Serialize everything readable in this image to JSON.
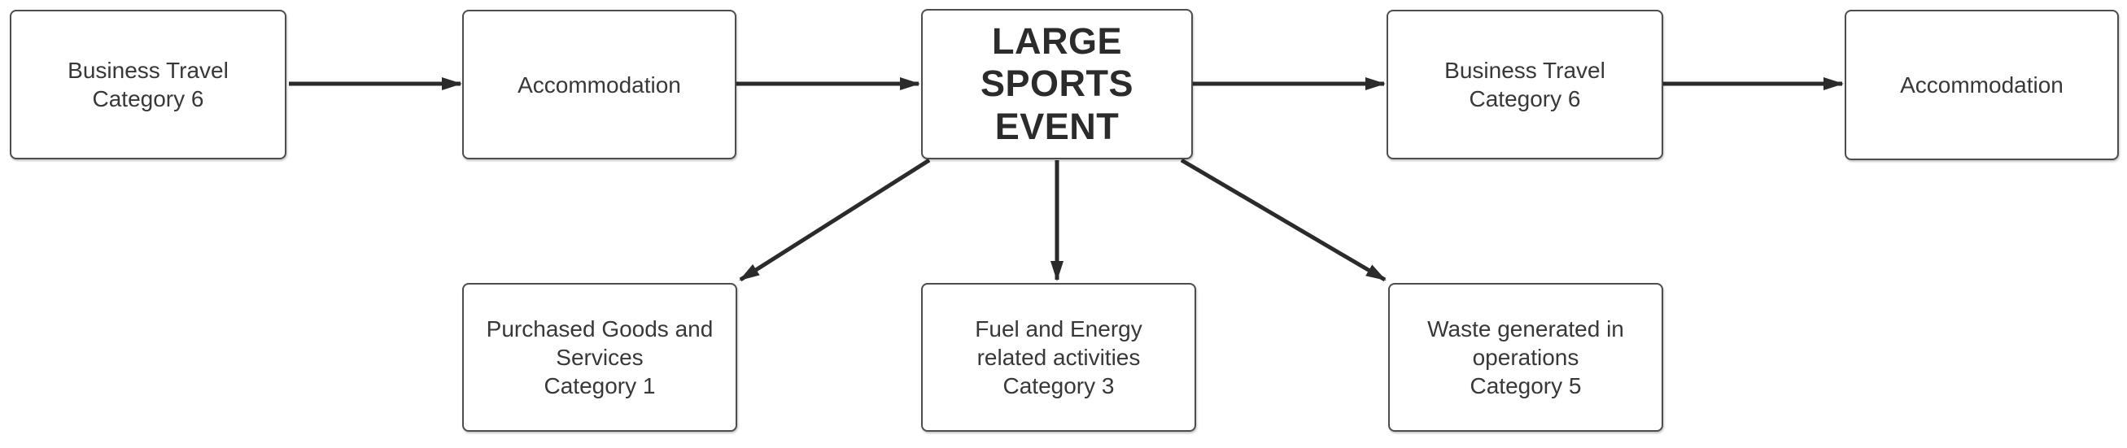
{
  "diagram": {
    "nodes": [
      {
        "id": "business-travel-left",
        "label": "Business Travel\nCategory 6"
      },
      {
        "id": "accommodation-left",
        "label": "Accommodation"
      },
      {
        "id": "large-sports-event",
        "label": "LARGE\nSPORTS\nEVENT"
      },
      {
        "id": "business-travel-right",
        "label": "Business Travel\nCategory 6"
      },
      {
        "id": "accommodation-right",
        "label": "Accommodation"
      },
      {
        "id": "purchased-goods-services",
        "label": "Purchased Goods and\nServices\nCategory 1"
      },
      {
        "id": "fuel-energy-activities",
        "label": "Fuel and Energy\nrelated activities\nCategory 3"
      },
      {
        "id": "waste-operations",
        "label": "Waste generated in\noperations\nCategory 5"
      }
    ],
    "edges": [
      {
        "from": "business-travel-left",
        "to": "accommodation-left"
      },
      {
        "from": "accommodation-left",
        "to": "large-sports-event"
      },
      {
        "from": "large-sports-event",
        "to": "business-travel-right"
      },
      {
        "from": "business-travel-right",
        "to": "accommodation-right"
      },
      {
        "from": "large-sports-event",
        "to": "purchased-goods-services"
      },
      {
        "from": "large-sports-event",
        "to": "fuel-energy-activities"
      },
      {
        "from": "large-sports-event",
        "to": "waste-operations"
      }
    ],
    "colors": {
      "background": "#ffffff",
      "node_fill": "#ffffff",
      "node_border": "#4d4d4d",
      "node_text": "#383838",
      "emphasis_text": "#2b2b2b",
      "arrow": "#2b2b2b"
    }
  }
}
